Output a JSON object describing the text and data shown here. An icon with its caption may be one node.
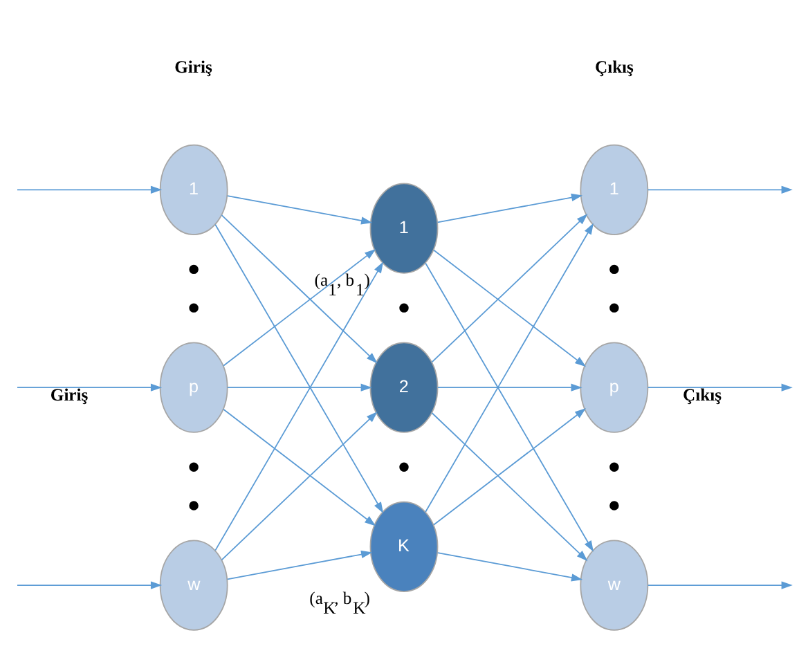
{
  "diagram": {
    "nodes": [
      {
        "text": [
          "1"
        ]
      },
      {
        "text": [
          "p"
        ]
      },
      {
        "text": [
          "w"
        ]
      },
      {
        "text": [
          "1"
        ],
        "beside": [
          "(a$_{1}$, b$_{1}$)"
        ]
      },
      {
        "text": [
          "2"
        ]
      },
      {
        "text": [
          "K"
        ],
        "beside": [
          "(a$_{K}$, b$_{K}$)"
        ]
      },
      {
        "text": [
          "1"
        ]
      },
      {
        "text": [
          "p"
        ]
      },
      {
        "text": [
          "w"
        ]
      }
    ],
    "edges": [
      {
        "from": null,
        "to": 0,
        "arrow": "to"
      },
      {
        "from": null,
        "to": 1,
        "arrow": "to",
        "label": "Giriş"
      },
      {
        "from": null,
        "to": 2,
        "arrow": "to"
      },
      {
        "from": 0,
        "to": 3,
        "arrow": "to"
      },
      {
        "from": 0,
        "to": 4,
        "arrow": "to"
      },
      {
        "from": 0,
        "to": 5,
        "arrow": "to"
      },
      {
        "from": 1,
        "to": 3,
        "arrow": "to"
      },
      {
        "from": 1,
        "to": 4,
        "arrow": "to"
      },
      {
        "from": 1,
        "to": 5,
        "arrow": "to"
      },
      {
        "from": 2,
        "to": 3,
        "arrow": "to"
      },
      {
        "from": 2,
        "to": 4,
        "arrow": "to"
      },
      {
        "from": 2,
        "to": 5,
        "arrow": "to"
      },
      {
        "from": 3,
        "to": 6,
        "arrow": "to"
      },
      {
        "from": 3,
        "to": 7,
        "arrow": "to"
      },
      {
        "from": 3,
        "to": 8,
        "arrow": "to"
      },
      {
        "from": 4,
        "to": 6,
        "arrow": "to"
      },
      {
        "from": 4,
        "to": 7,
        "arrow": "to"
      },
      {
        "from": 4,
        "to": 8,
        "arrow": "to"
      },
      {
        "from": 5,
        "to": 6,
        "arrow": "to"
      },
      {
        "from": 5,
        "to": 7,
        "arrow": "to"
      },
      {
        "from": 5,
        "to": 8,
        "arrow": "to"
      },
      {
        "from": 6,
        "to": null,
        "arrow": "to"
      },
      {
        "from": 7,
        "to": null,
        "arrow": "to",
        "label": "Çıkış"
      },
      {
        "from": 8,
        "to": null,
        "arrow": "to"
      }
    ],
    "labels": [
      "Giriş",
      "Çıkış"
    ]
  }
}
